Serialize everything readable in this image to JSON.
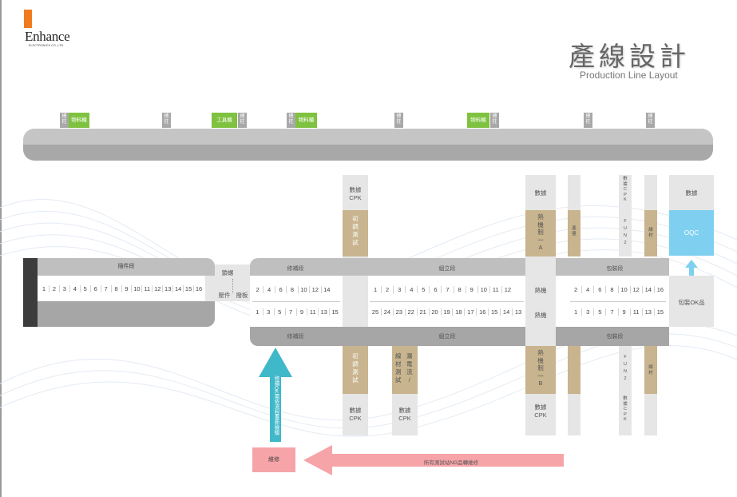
{
  "logo": {
    "brand": "Enhance",
    "tagline": "ELECTRONICS CO.,LTD."
  },
  "title": "產線設計",
  "subtitle": "Production Line Layout",
  "colors": {
    "green": "#7fc241",
    "tan": "#c8b48e",
    "teal": "#3fb8c9",
    "pink": "#f6a4a8",
    "sky": "#7fd0f0",
    "grey": "#a8a8a8"
  },
  "top_rail": {
    "pillar": "總柱",
    "tags": {
      "material": "物料櫃",
      "tool": "工具櫃"
    }
  },
  "insert": {
    "head": "插件段",
    "cells": [
      "1",
      "2",
      "3",
      "4",
      "5",
      "6",
      "7",
      "8",
      "9",
      "10",
      "11",
      "12",
      "13",
      "14",
      "15",
      "16"
    ]
  },
  "mid": {
    "top": "鎖螺",
    "left": "壓件",
    "right": "撥板"
  },
  "repair_seg": {
    "head": "修補段",
    "foot": "修補段",
    "row1": [
      "2",
      "4",
      "6",
      "8",
      "10",
      "12",
      "14"
    ],
    "row2": [
      "1",
      "3",
      "5",
      "7",
      "9",
      "11",
      "13",
      "15"
    ]
  },
  "assembly": {
    "head": "組立段",
    "foot": "組立段",
    "row1": [
      "1",
      "2",
      "3",
      "4",
      "5",
      "6",
      "7",
      "8",
      "9",
      "10",
      "11",
      "12"
    ],
    "row2": [
      "25",
      "24",
      "23",
      "22",
      "21",
      "20",
      "19",
      "18",
      "17",
      "16",
      "15",
      "14",
      "13"
    ]
  },
  "heat": {
    "top": "熱機",
    "bottom": "熱機"
  },
  "pack": {
    "head": "包裝段",
    "foot": "包裝段",
    "row1": [
      "2",
      "4",
      "6",
      "8",
      "10",
      "12",
      "14",
      "16"
    ],
    "row2": [
      "1",
      "3",
      "5",
      "7",
      "9",
      "11",
      "13",
      "15"
    ],
    "ok_box": "包裝OK品"
  },
  "stations": {
    "data_cpk": "數據\nCPK",
    "data": "數據",
    "init_test": "初\n調\n測\n試",
    "heat_a": "熱\n機\n制\n一\nA",
    "heat_b": "熱\n機\n制\n一\nB",
    "output": "產量",
    "fun2": "F\nU\nN\n2",
    "data_cpk_v": "數\n據\nC\nP\nK",
    "material": "線\n材",
    "line_test": "線\n材\n測\n試",
    "leak": "漏\n電\n流\n/",
    "oqc": "OQC"
  },
  "up_arrow_text": "修補OK需依流程重新檢驗",
  "repair_box": "維修",
  "ng_arrow_text": "所有測試站NG品轉維修"
}
